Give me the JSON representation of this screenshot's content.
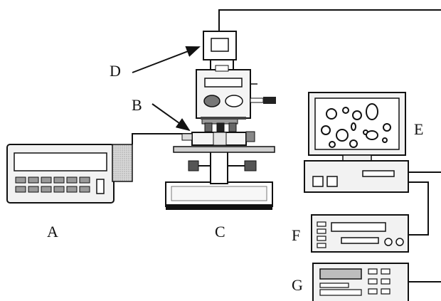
{
  "labels": {
    "a": "A",
    "b": "B",
    "c": "C",
    "d": "D",
    "e": "E",
    "f": "F",
    "g": "G"
  },
  "colors": {
    "line": "#111111",
    "device_fill": "#f2f2f2",
    "panel_gray": "#bdbdbd",
    "dark_gray": "#7a7a7a",
    "screen_white": "#ffffff"
  },
  "icons": {
    "arrow_b": "arrow-icon",
    "arrow_d": "arrow-icon"
  }
}
